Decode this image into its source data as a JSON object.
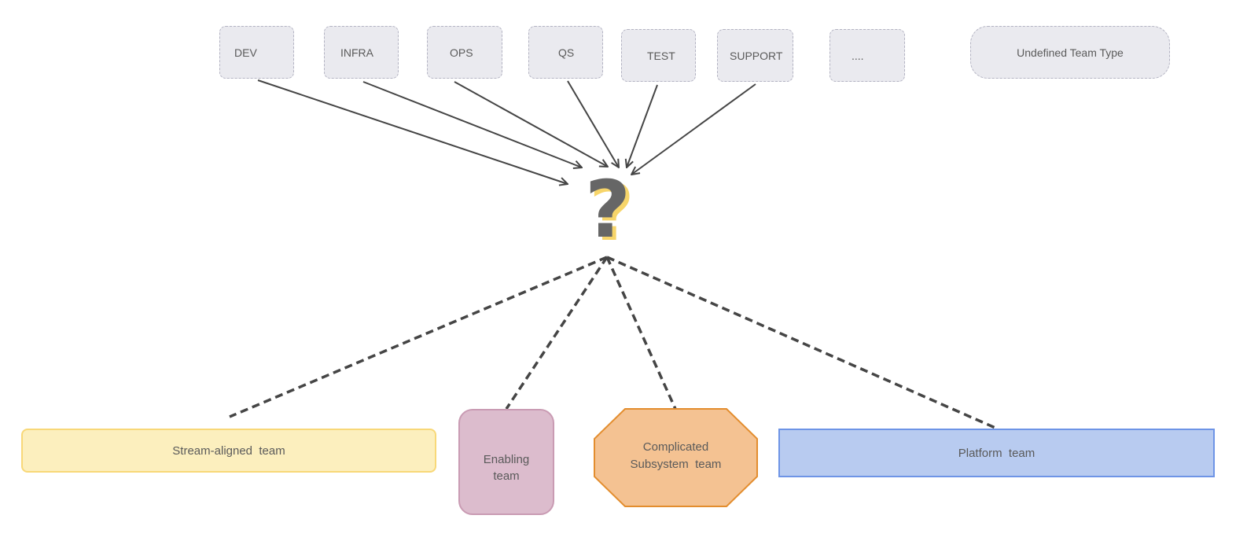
{
  "top_team_types": [
    {
      "id": "dev",
      "label": "DEV"
    },
    {
      "id": "infra",
      "label": "INFRA"
    },
    {
      "id": "ops",
      "label": "OPS"
    },
    {
      "id": "qs",
      "label": "QS"
    },
    {
      "id": "test",
      "label": "TEST"
    },
    {
      "id": "support",
      "label": "SUPPORT"
    },
    {
      "id": "more",
      "label": "...."
    }
  ],
  "undefined_team_type": {
    "label": "Undefined Team Type"
  },
  "center_symbol": "?",
  "target_teams": {
    "stream_aligned": {
      "label": "Stream-aligned  team",
      "color": "#fcefbe",
      "border": "#f8d878"
    },
    "enabling": {
      "label_line1": "Enabling",
      "label_line2": "team",
      "color": "#dcbccd",
      "border": "#c99bb3"
    },
    "complicated_subsystem": {
      "label_line1": "Complicated",
      "label_line2": "Subsystem  team",
      "color": "#f4c292",
      "border": "#e38d2e"
    },
    "platform": {
      "label": "Platform  team",
      "color": "#b8cbf0",
      "border": "#6e94e6"
    }
  },
  "colors": {
    "arrow": "#454545",
    "dashed_link": "#454545",
    "undefined_fill": "#eaeaef",
    "undefined_border": "#b3b3c2"
  }
}
